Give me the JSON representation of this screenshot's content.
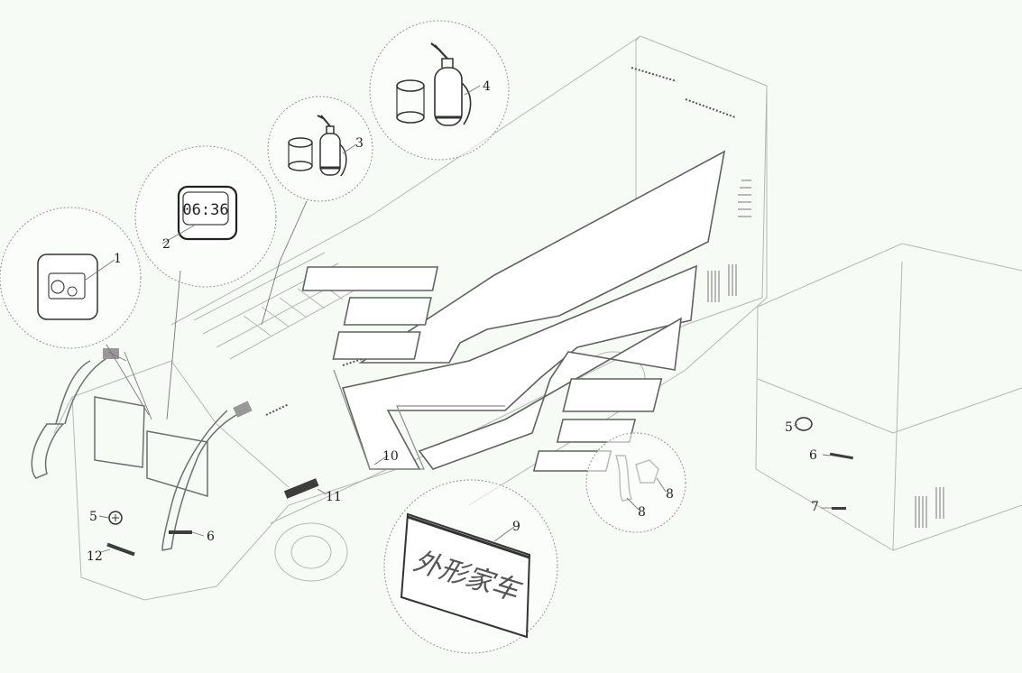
{
  "diagram": {
    "clock_display": "06:36",
    "banner_text": "外形家车",
    "callouts": [
      {
        "id": "c1",
        "label": "1"
      },
      {
        "id": "c2",
        "label": "2"
      },
      {
        "id": "c3",
        "label": "3"
      },
      {
        "id": "c4",
        "label": "4"
      },
      {
        "id": "c5a",
        "label": "5"
      },
      {
        "id": "c5b",
        "label": "5"
      },
      {
        "id": "c6a",
        "label": "6"
      },
      {
        "id": "c6b",
        "label": "6"
      },
      {
        "id": "c7",
        "label": "7"
      },
      {
        "id": "c8a",
        "label": "8"
      },
      {
        "id": "c8b",
        "label": "8"
      },
      {
        "id": "c9",
        "label": "9"
      },
      {
        "id": "c10",
        "label": "10"
      },
      {
        "id": "c11",
        "label": "11"
      },
      {
        "id": "c12",
        "label": "12"
      }
    ]
  }
}
